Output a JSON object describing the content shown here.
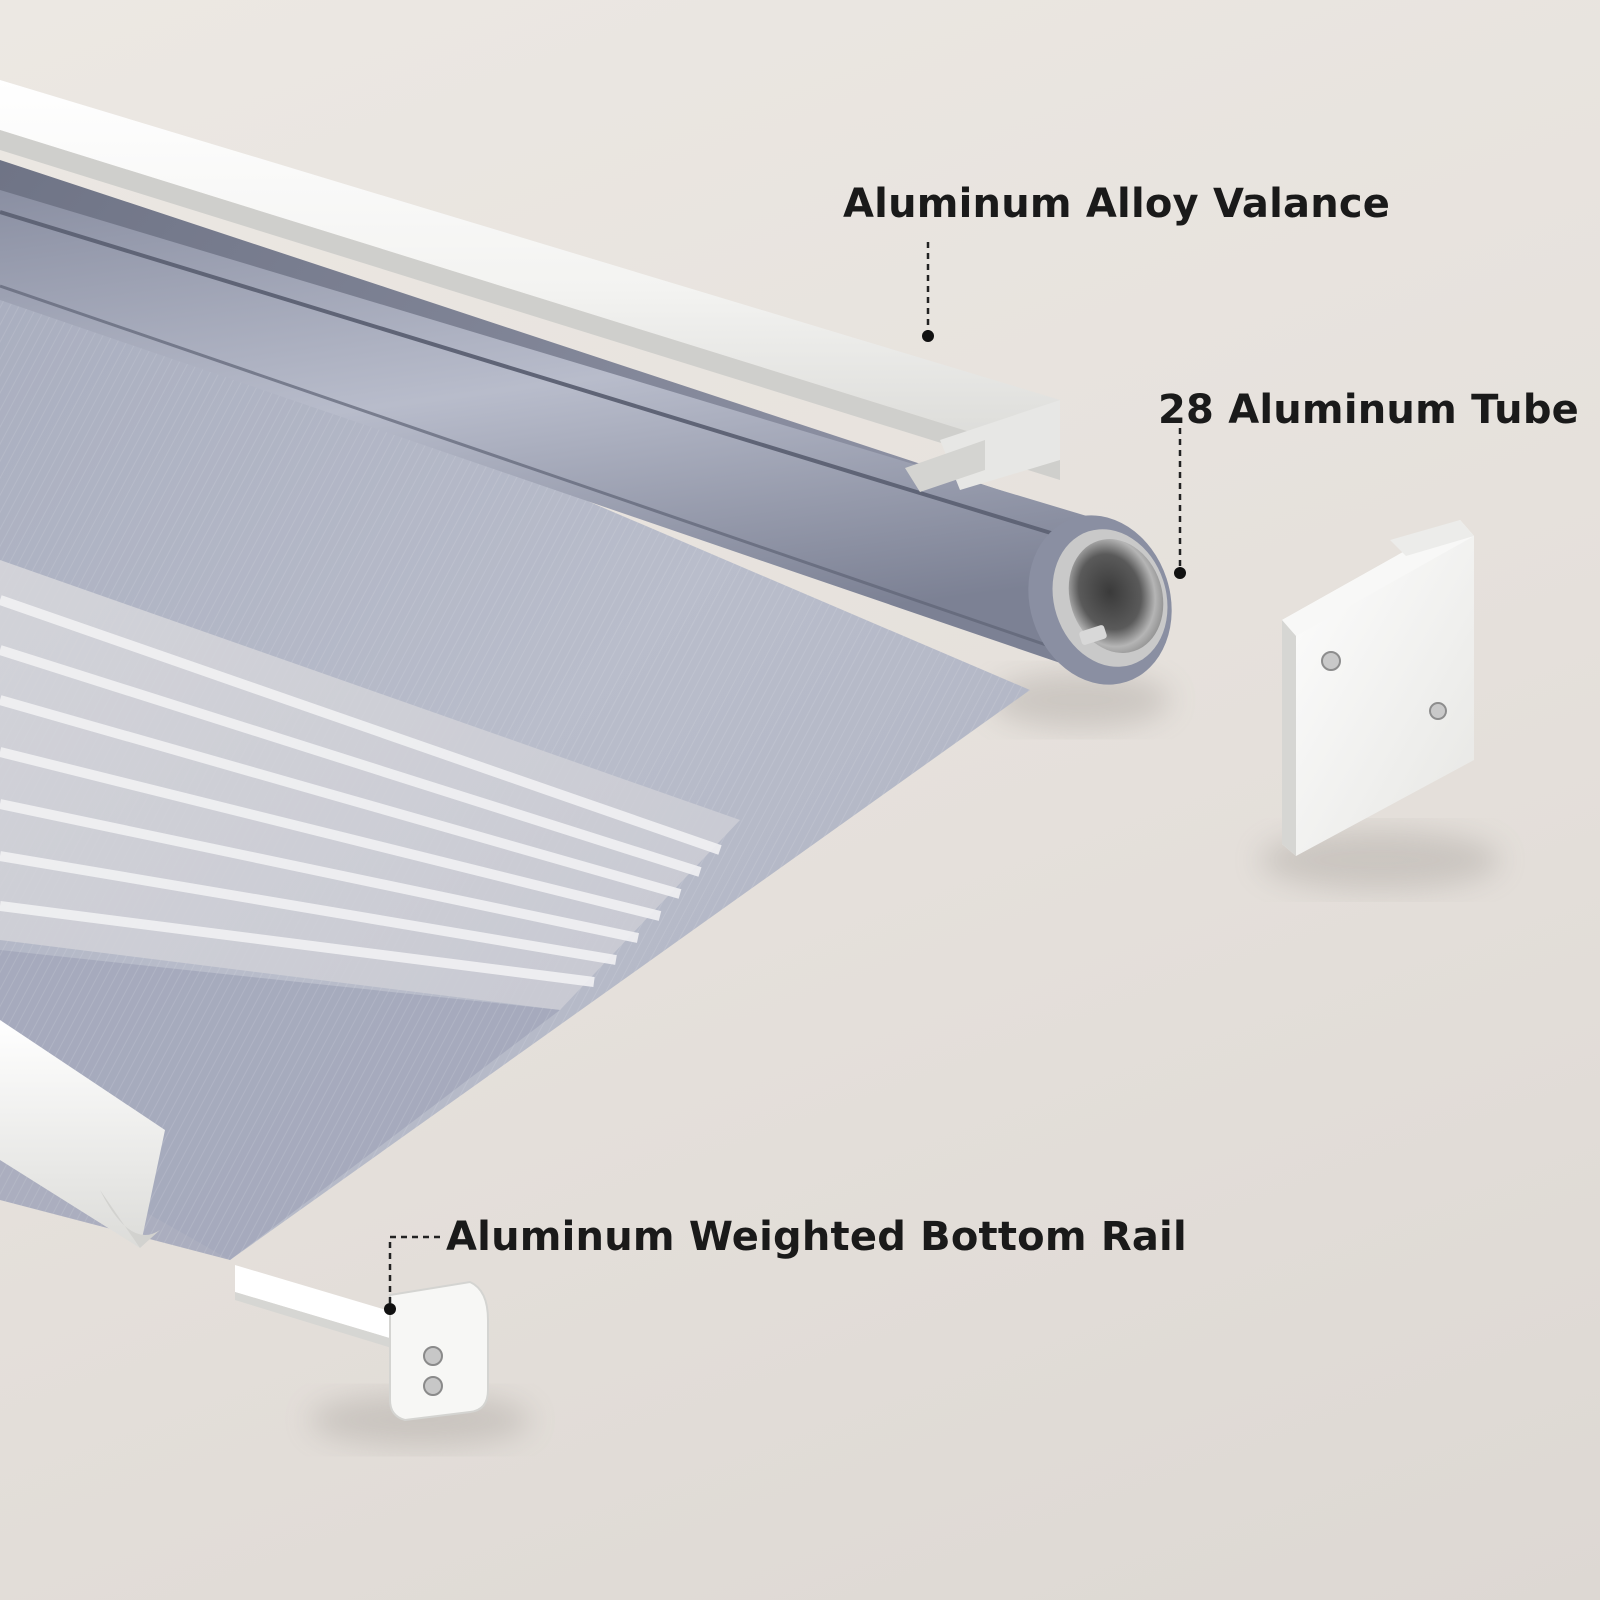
{
  "callouts": {
    "valance": {
      "label": "Aluminum Alloy Valance"
    },
    "tube": {
      "label": "28 Aluminum Tube"
    },
    "bottom_rail": {
      "label": "Aluminum Weighted Bottom Rail"
    }
  },
  "colors": {
    "background": "#e8e3de",
    "fabric": "#b3b7c6",
    "aluminum_white": "#f6f6f4",
    "tube_metal": "#9c9c9c",
    "label_text": "#1a1a1a",
    "leader_line": "#222222"
  }
}
